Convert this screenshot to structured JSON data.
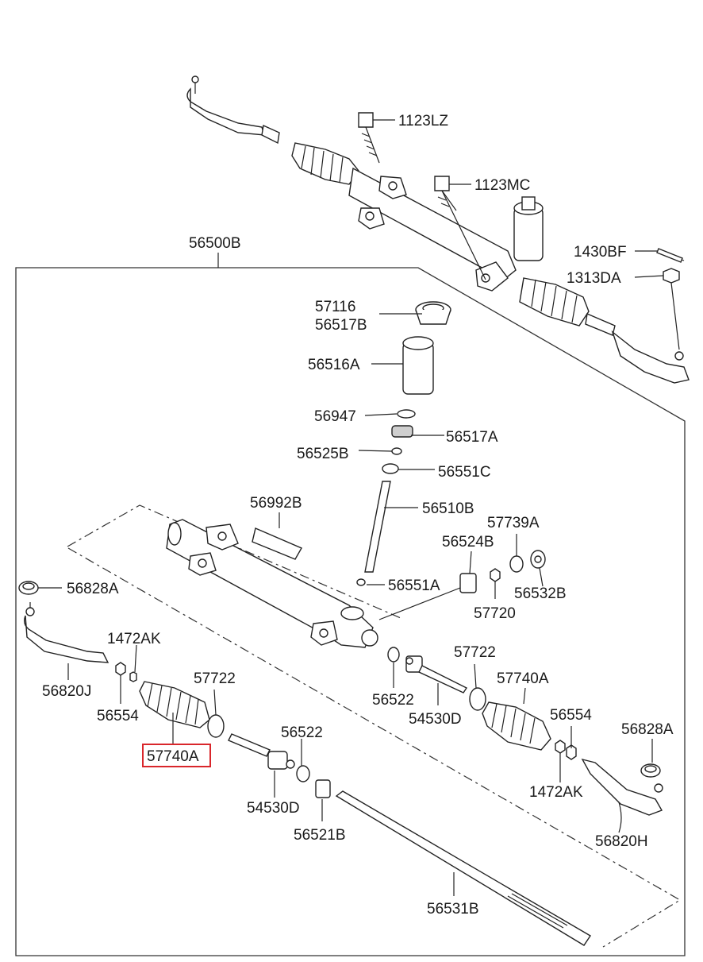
{
  "labels": {
    "l1123LZ": "1123LZ",
    "l1123MC": "1123MC",
    "l56500B": "56500B",
    "l1430BF": "1430BF",
    "l1313DA": "1313DA",
    "l57116": "57116",
    "l56517B": "56517B",
    "l56516A": "56516A",
    "l56947": "56947",
    "l56517A": "56517A",
    "l56525B": "56525B",
    "l56551C": "56551C",
    "l56992B": "56992B",
    "l56510B": "56510B",
    "l57739A": "57739A",
    "l56524B": "56524B",
    "l56828A_left": "56828A",
    "l56551A": "56551A",
    "l56532B": "56532B",
    "l57720": "57720",
    "l1472AK_left": "1472AK",
    "l57722_right": "57722",
    "l57722_left": "57722",
    "l57740A_right": "57740A",
    "l56820J": "56820J",
    "l56522_right": "56522",
    "l56554_left": "56554",
    "l54530D_right": "54530D",
    "l56554_right": "56554",
    "l56828A_right": "56828A",
    "l56522_left": "56522",
    "l57740A_left": "57740A",
    "l1472AK_right": "1472AK",
    "l54530D_left": "54530D",
    "l56521B": "56521B",
    "l56820H": "56820H",
    "l56531B": "56531B"
  },
  "highlight": {
    "color": "#d9262b",
    "part": "57740A"
  }
}
